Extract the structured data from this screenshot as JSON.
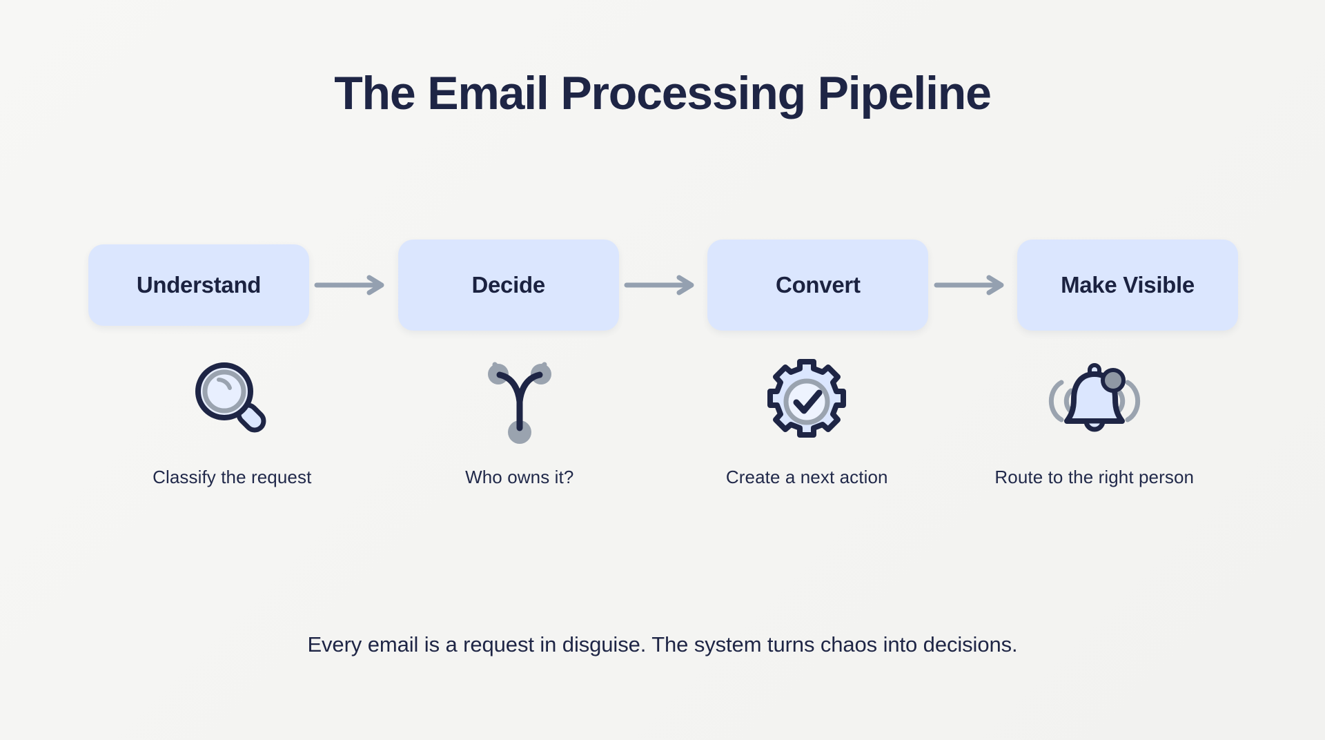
{
  "page": {
    "title": "The Email Processing Pipeline",
    "footer_note": "Every email is a request in disguise. The system turns chaos into decisions.",
    "background_color": "#f5f5f3",
    "title_color": "#1e2545"
  },
  "theme": {
    "card_fill": "#dbe6fe",
    "card_text": "#1b2240",
    "arrow_color": "#94a0b0",
    "icon_outline": "#1e2545",
    "icon_fill": "#dbe6fe",
    "icon_accent_gray": "#9aa3af",
    "caption_color": "#21294a"
  },
  "stages": [
    {
      "label": "Understand",
      "caption": "Classify the request",
      "icon": "magnifying-glass-icon"
    },
    {
      "label": "Decide",
      "caption": "Who owns it?",
      "icon": "branch-fork-icon"
    },
    {
      "label": "Convert",
      "caption": "Create a next action",
      "icon": "gear-check-icon"
    },
    {
      "label": "Make Visible",
      "caption": "Route to the right person",
      "icon": "bell-ringing-icon"
    }
  ],
  "connectors": [
    {
      "name": "arrow-understand-to-decide"
    },
    {
      "name": "arrow-decide-to-convert"
    },
    {
      "name": "arrow-convert-to-make-visible"
    }
  ]
}
